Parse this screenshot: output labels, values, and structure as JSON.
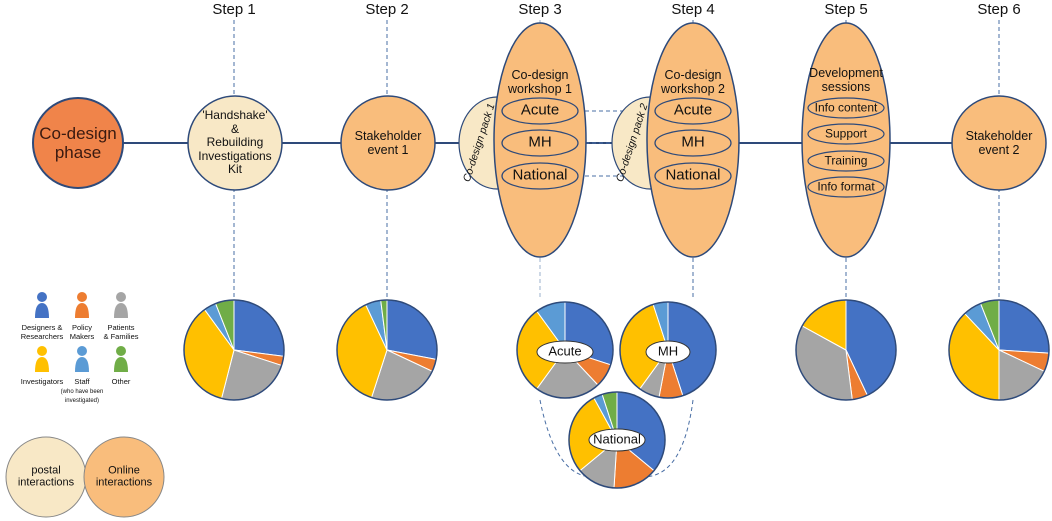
{
  "steps": [
    "Step 1",
    "Step 2",
    "Step 3",
    "Step 4",
    "Step 5",
    "Step 6"
  ],
  "phase": {
    "label": "Co-design\nphase",
    "color": "#f0844a"
  },
  "stages": {
    "handshake": "'Handshake'\n&\nRebuilding\nInvestigations\nKit",
    "event1": "Stakeholder\nevent 1",
    "workshop1": "Co-design\nworkshop 1",
    "workshop2": "Co-design\nworkshop 2",
    "development": "Development\nsessions",
    "event2": "Stakeholder\nevent 2"
  },
  "workshop_groups": [
    "Acute",
    "MH",
    "National"
  ],
  "development_topics": [
    "Info content",
    "Support",
    "Training",
    "Info format"
  ],
  "packs": [
    "Co-design pack 1",
    "Co-design pack 2"
  ],
  "legend": {
    "designers": "Designers &\nResearchers",
    "policy": "Policy\nMakers",
    "patients": "Patients\n& Families",
    "investigators": "Investigators",
    "staff": "Staff",
    "staff_note": "(who have been\ninvestigated)",
    "other": "Other"
  },
  "key": {
    "postal": "postal\ninteractions",
    "online": "Online\ninteractions"
  },
  "colors": {
    "line": "#2e4a7a",
    "online": "#f9bd7c",
    "postal": "#f8e8c6",
    "designers": "#4472c4",
    "policy": "#ed7d31",
    "patients": "#a5a5a5",
    "investigators": "#ffc000",
    "staff": "#5b9bd5",
    "other": "#70ad47"
  },
  "pie_badges": {
    "acute": "Acute",
    "mh": "MH",
    "national": "National"
  },
  "pie_shares": {
    "step1": {
      "designers": 0.27,
      "policy": 0.03,
      "patients": 0.24,
      "investigators": 0.36,
      "staff": 0.04,
      "other": 0.06
    },
    "step2": {
      "designers": 0.28,
      "policy": 0.04,
      "patients": 0.23,
      "investigators": 0.38,
      "staff": 0.05,
      "other": 0.02
    },
    "acute": {
      "designers": 0.3,
      "policy": 0.08,
      "patients": 0.22,
      "investigators": 0.3,
      "staff": 0.1,
      "other": 0.0
    },
    "mh": {
      "designers": 0.45,
      "policy": 0.08,
      "patients": 0.07,
      "investigators": 0.35,
      "staff": 0.05,
      "other": 0.0
    },
    "national": {
      "designers": 0.36,
      "policy": 0.15,
      "patients": 0.13,
      "investigators": 0.28,
      "staff": 0.03,
      "other": 0.05
    },
    "step5": {
      "designers": 0.43,
      "policy": 0.05,
      "patients": 0.35,
      "investigators": 0.17,
      "staff": 0.0,
      "other": 0.0
    },
    "step6": {
      "designers": 0.26,
      "policy": 0.06,
      "patients": 0.18,
      "investigators": 0.38,
      "staff": 0.06,
      "other": 0.06
    }
  }
}
